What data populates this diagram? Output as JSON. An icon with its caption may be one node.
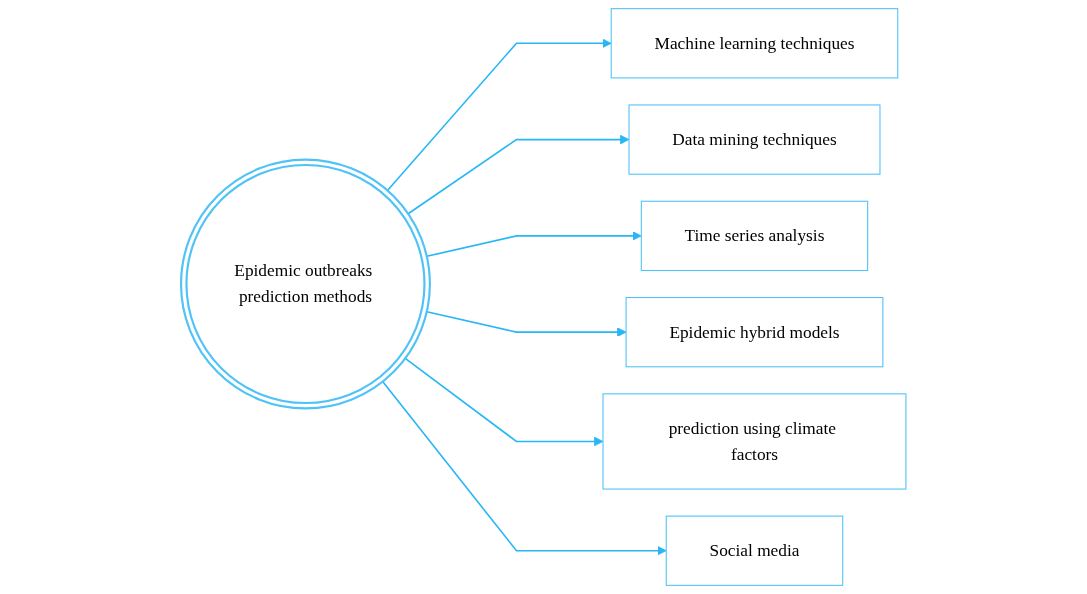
{
  "diagram": {
    "nodes": [
      {
        "text": [
          "Epidemic outbreaks prediction methods"
        ]
      },
      {
        "text": [
          "Machine learning techniques"
        ]
      },
      {
        "text": [
          "Data mining techniques"
        ]
      },
      {
        "text": [
          "Time series analysis"
        ]
      },
      {
        "text": [
          "Epidemic hybrid models"
        ]
      },
      {
        "text": [
          "prediction using climate factors"
        ]
      },
      {
        "text": [
          "Social media"
        ]
      }
    ],
    "edges": [
      {
        "from": 0,
        "to": 1,
        "arrow": "to"
      },
      {
        "from": 0,
        "to": 2,
        "arrow": "to"
      },
      {
        "from": 0,
        "to": 3,
        "arrow": "to"
      },
      {
        "from": 0,
        "to": 4,
        "arrow": "to"
      },
      {
        "from": 0,
        "to": 5,
        "arrow": "to"
      },
      {
        "from": 0,
        "to": 6,
        "arrow": "to"
      }
    ]
  }
}
